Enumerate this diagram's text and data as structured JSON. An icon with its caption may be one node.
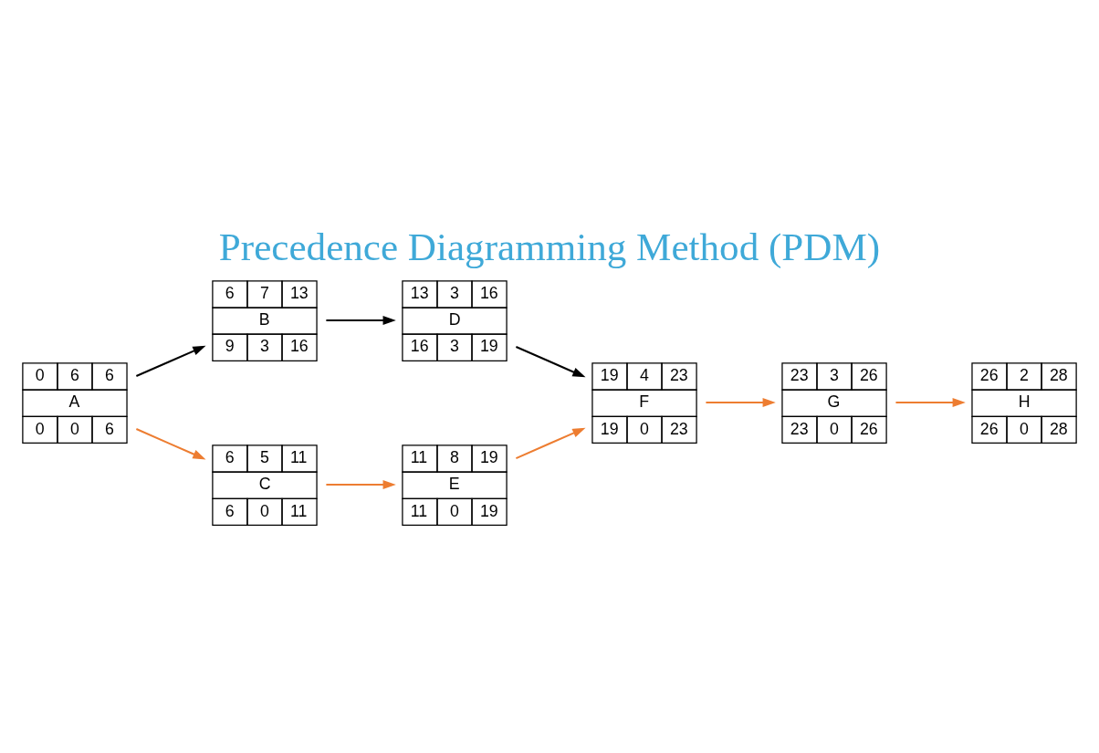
{
  "diagram": {
    "title": "Precedence Diagramming Method (PDM)",
    "nodes": [
      {
        "text": [
          "0",
          "6",
          "6",
          "A",
          "0",
          "0",
          "6"
        ]
      },
      {
        "text": [
          "6",
          "7",
          "13",
          "B",
          "9",
          "3",
          "16"
        ]
      },
      {
        "text": [
          "6",
          "5",
          "11",
          "C",
          "6",
          "0",
          "11"
        ]
      },
      {
        "text": [
          "13",
          "3",
          "16",
          "D",
          "16",
          "3",
          "19"
        ]
      },
      {
        "text": [
          "11",
          "8",
          "19",
          "E",
          "11",
          "0",
          "19"
        ]
      },
      {
        "text": [
          "19",
          "4",
          "23",
          "F",
          "19",
          "0",
          "23"
        ]
      },
      {
        "text": [
          "23",
          "3",
          "26",
          "G",
          "23",
          "0",
          "26"
        ]
      },
      {
        "text": [
          "26",
          "2",
          "28",
          "H",
          "26",
          "0",
          "28"
        ]
      }
    ],
    "edges": [
      {
        "from": 0,
        "to": 1,
        "arrow": "to",
        "color": "#000000"
      },
      {
        "from": 0,
        "to": 2,
        "arrow": "to"
      },
      {
        "from": 1,
        "to": 3,
        "arrow": "to",
        "color": "#000000"
      },
      {
        "from": 2,
        "to": 4,
        "arrow": "to"
      },
      {
        "from": 3,
        "to": 5,
        "arrow": "to",
        "color": "#000000"
      },
      {
        "from": 4,
        "to": 5,
        "arrow": "to"
      },
      {
        "from": 5,
        "to": 6,
        "arrow": "to"
      },
      {
        "from": 6,
        "to": 7,
        "arrow": "to"
      }
    ]
  }
}
